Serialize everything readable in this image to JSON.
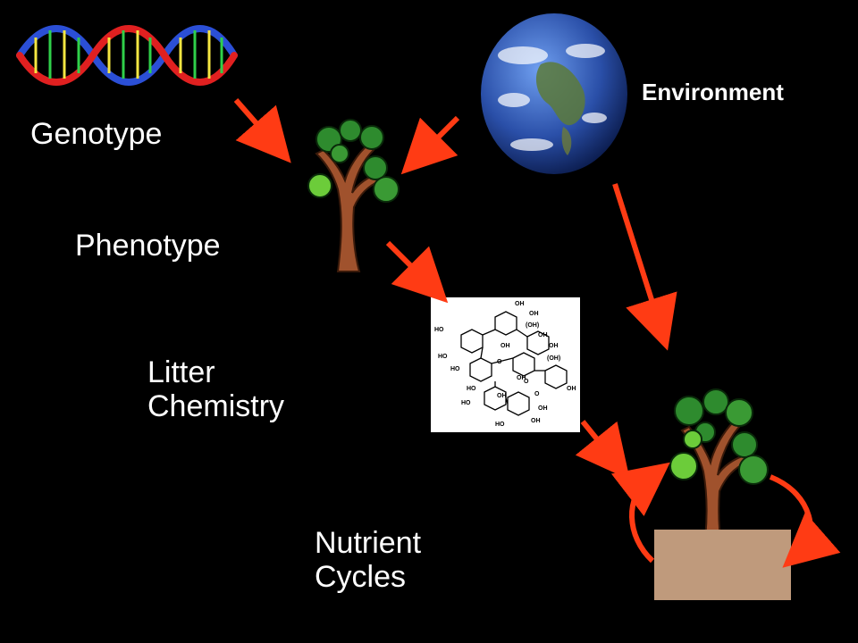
{
  "labels": {
    "genotype": "Genotype",
    "phenotype": "Phenotype",
    "litter_line1": "Litter",
    "litter_line2": "Chemistry",
    "nutrient_line1": "Nutrient",
    "nutrient_line2": "Cycles",
    "environment": "Environment"
  },
  "chemistry": {
    "groups": [
      "OH",
      "OH",
      "(OH)",
      "OH",
      "HO",
      "OH",
      "HO",
      "O",
      "OH",
      "(OH)",
      "HO",
      "O",
      "OH",
      "OH",
      "HO",
      "OH",
      "O",
      "OH",
      "HO",
      "OH",
      "HO"
    ]
  },
  "icons": [
    "dna-helix-icon",
    "earth-globe-icon",
    "tree-icon",
    "chemical-structure-icon",
    "soil-block"
  ],
  "colors": {
    "background": "#000000",
    "arrow": "#ff3b14",
    "trunk": "#a0522d",
    "leaf_dark": "#2e8b2e",
    "leaf_light": "#6ccc3a",
    "soil": "#bf9a7c",
    "text": "#ffffff"
  }
}
